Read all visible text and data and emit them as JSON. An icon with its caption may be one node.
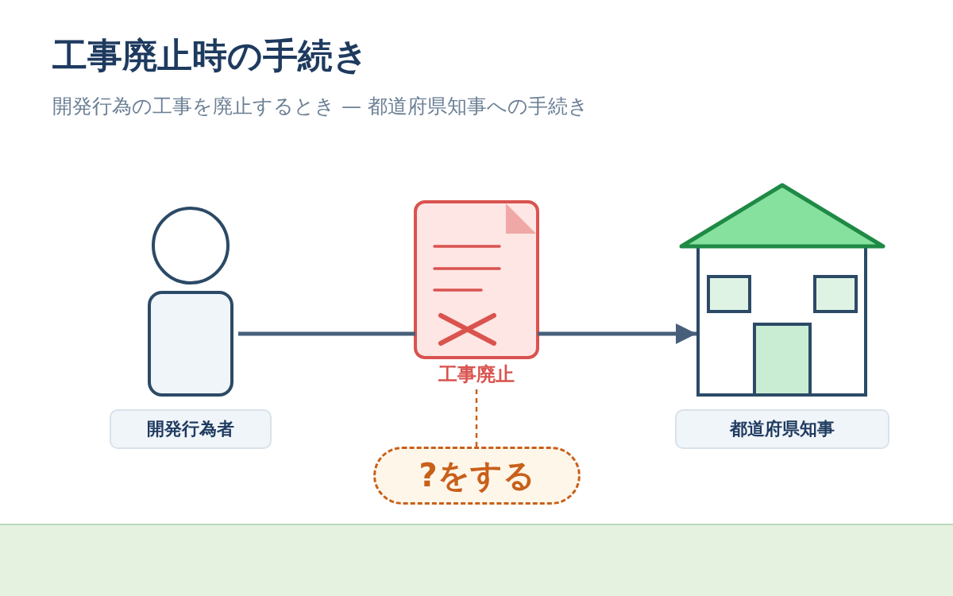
{
  "diagram": {
    "title": "工事廃止時の手続き",
    "nodes": [
      {
        "text": [],
        "shape": "person"
      },
      {
        "text": [
          "開発行為者"
        ]
      },
      {
        "text": [
          "工事廃止"
        ]
      },
      {
        "text": [],
        "shape": "house"
      },
      {
        "text": [
          "都道府県知事"
        ]
      },
      {
        "text": [
          "?をする"
        ]
      }
    ],
    "edges": [
      {
        "from": 0,
        "to": 2,
        "arrow": "none"
      },
      {
        "from": 2,
        "to": 3,
        "arrow": "to"
      },
      {
        "from": 2,
        "to": 5,
        "arrow": "none",
        "style": "dashed",
        "color": "#c8601a"
      }
    ],
    "labels": [
      "開発行為の工事を廃止するとき — 都道府県知事への手続き"
    ]
  }
}
